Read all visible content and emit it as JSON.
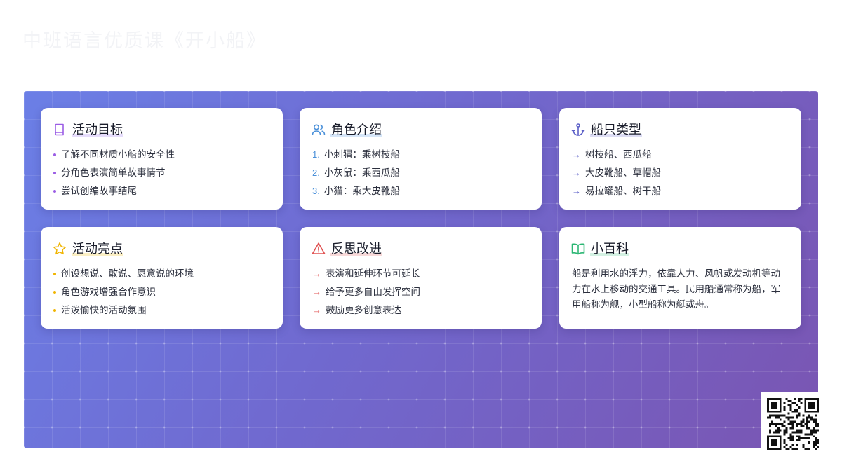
{
  "header": {
    "title": "中班语言优质课《开小船》"
  },
  "cards": [
    {
      "title": "活动目标",
      "icon": "book-icon",
      "accent": "#9b5de5",
      "items": [
        "了解不同材质小船的安全性",
        "分角色表演简单故事情节",
        "尝试创编故事结尾"
      ]
    },
    {
      "title": "角色介绍",
      "icon": "users-icon",
      "accent": "#4a90d9",
      "markers": [
        "1.",
        "2.",
        "3."
      ],
      "items": [
        "小刺猬：乘树枝船",
        "小灰鼠：乘西瓜船",
        "小猫：乘大皮靴船"
      ]
    },
    {
      "title": "船只类型",
      "icon": "anchor-icon",
      "accent": "#5b5fc7",
      "marker": "→",
      "items": [
        "树枝船、西瓜船",
        "大皮靴船、草帽船",
        "易拉罐船、树干船"
      ]
    },
    {
      "title": "活动亮点",
      "icon": "star-icon",
      "accent": "#f0b400",
      "items": [
        "创设想说、敢说、愿意说的环境",
        "角色游戏增强合作意识",
        "活泼愉快的活动氛围"
      ]
    },
    {
      "title": "反思改进",
      "icon": "warning-icon",
      "accent": "#e05252",
      "marker": "→",
      "items": [
        "表演和延伸环节可延长",
        "给予更多自由发挥空间",
        "鼓励更多创意表达"
      ]
    },
    {
      "title": "小百科",
      "icon": "open-book-icon",
      "accent": "#2bb673",
      "text": "船是利用水的浮力，依靠人力、风帆或发动机等动力在水上移动的交通工具。民用船通常称为船，军用船称为舰，小型船称为艇或舟。"
    }
  ],
  "colors": {
    "panel_start": "#6b7fe6",
    "panel_end": "#7a55b2"
  },
  "qr_code": {
    "icon": "qr-code-icon"
  }
}
